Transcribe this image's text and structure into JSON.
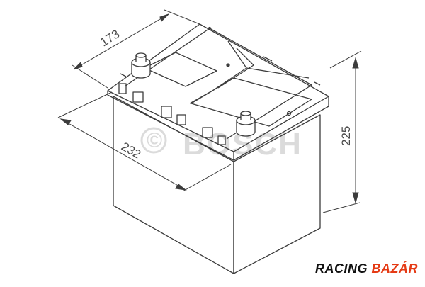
{
  "diagram": {
    "dimensions": {
      "depth": "173",
      "length": "232",
      "height": "225"
    },
    "watermark": "BOSCH",
    "watermark_symbol": "©"
  },
  "brand": {
    "word1": "RACING",
    "word2": "BAZÁR",
    "word1_color": "#111111",
    "word2_color": "#e53a14"
  },
  "colors": {
    "line": "#3c3c3c",
    "background": "#ffffff"
  }
}
